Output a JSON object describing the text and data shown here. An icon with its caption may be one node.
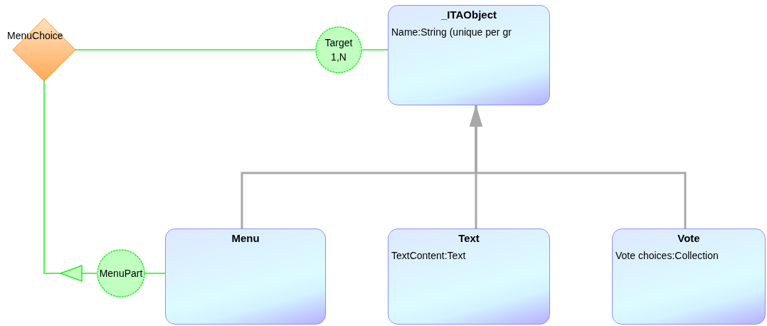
{
  "diagram": {
    "nodes": [
      {
        "text": [
          "MenuChoice"
        ]
      },
      {
        "text": [
          "Target 1,N"
        ]
      },
      {
        "text": [
          "_ITAObject",
          "Name:String (unique per gr"
        ]
      },
      {
        "text": [
          "MenuPart"
        ]
      },
      {
        "text": [
          "Menu"
        ]
      },
      {
        "text": [
          "Text",
          "TextContent:Text"
        ]
      },
      {
        "text": [
          "Vote",
          "Vote choices:Collection"
        ]
      }
    ],
    "edges": [
      {
        "from": 0,
        "to": 1,
        "arrow": "none"
      },
      {
        "from": 1,
        "to": 2,
        "arrow": "none"
      },
      {
        "from": 0,
        "to": 3,
        "arrow": "other"
      },
      {
        "from": 3,
        "to": 4,
        "arrow": "none"
      },
      {
        "from": 4,
        "to": 2,
        "arrow": "to",
        "color": "#a8a8a8"
      },
      {
        "from": 5,
        "to": 2,
        "arrow": "to",
        "color": "#a8a8a8"
      },
      {
        "from": 6,
        "to": 2,
        "arrow": "to",
        "color": "#a8a8a8"
      }
    ]
  }
}
